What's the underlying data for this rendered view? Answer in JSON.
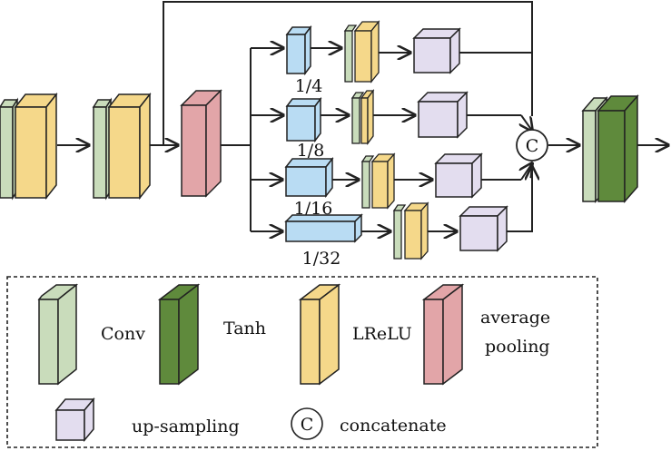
{
  "scale_labels": [
    "1/4",
    "1/8",
    "1/16",
    "1/32"
  ],
  "concat_symbol": "C",
  "legend": {
    "conv": "Conv",
    "tanh": "Tanh",
    "lrelu": "LReLU",
    "avg_pool_line1": "average",
    "avg_pool_line2": "pooling",
    "upsampling": "up-sampling",
    "concat_symbol": "C",
    "concatenate": "concatenate"
  },
  "colors": {
    "conv": "#c9dcbb",
    "tanh": "#5f8a3c",
    "lrelu": "#f5d88a",
    "avg_pool": "#e2a5a8",
    "pool_block": "#b9dcf3",
    "upsampling": "#e3ddef",
    "stroke": "#222222"
  }
}
